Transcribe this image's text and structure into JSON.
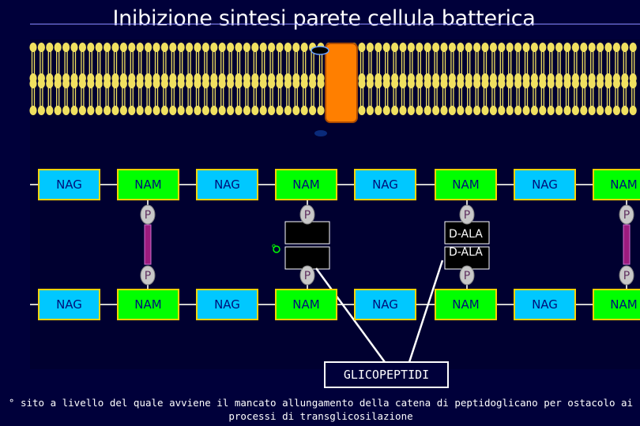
{
  "title": "Inibizione sintesi parete cellula batterica",
  "top_chain": [
    "NAG",
    "NAM",
    "NAG",
    "NAM",
    "NAG",
    "NAM",
    "NAG",
    "NAM"
  ],
  "bottom_chain": [
    "NAG",
    "NAM",
    "NAG",
    "NAM",
    "NAG",
    "NAM",
    "NAG",
    "NAM"
  ],
  "phosphate_label": "P",
  "dala_labels": [
    "D-ALA",
    "D-ALA"
  ],
  "site_marker": "°",
  "glycopeptide_label": "GLICOPEPTIDI",
  "footnote": "° sito a livello del quale avviene il mancato allungamento della catena di peptidoglicano per ostacolo ai processi di transglicosilazione",
  "colors": {
    "nag": "#00c8ff",
    "nam": "#00ff00",
    "box_border": "#ffd400",
    "membrane": "#f0e060",
    "protein": "#ff7f00",
    "crosslink": "#9b1b7e"
  }
}
